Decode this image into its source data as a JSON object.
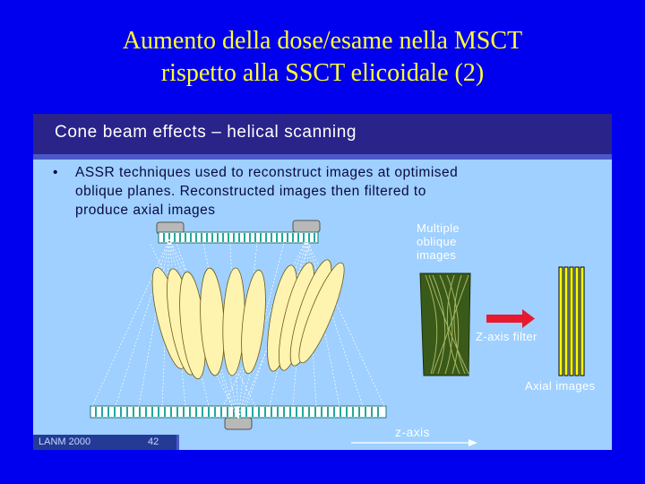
{
  "slide": {
    "title_line1": "Aumento della dose/esame nella MSCT",
    "title_line2": "rispetto alla SSCT elicoidale (2)"
  },
  "panel": {
    "header": "Cone beam effects – helical scanning",
    "bullet_symbol": "•",
    "bullet_line1": "ASSR techniques used to reconstruct images at optimised",
    "bullet_line2": "oblique planes.  Reconstructed images then filtered to",
    "bullet_line3": "produce axial images"
  },
  "labels": {
    "multiple_oblique_line1": "Multiple",
    "multiple_oblique_line2": "oblique",
    "multiple_oblique_line3": "images",
    "z_axis_filter": "Z-axis filter",
    "axial_images": "Axial images",
    "z_axis": "z-axis"
  },
  "footer": {
    "left": "LANM 2000",
    "right": "42"
  },
  "colors": {
    "background": "#0000ee",
    "title": "#ffff33",
    "panel": "#9fd0ff",
    "header": "#29238a",
    "ellipse_fill": "#fff3b0",
    "detector": "#22a8a0",
    "arrow": "#e8192c",
    "axial_images": "#ffff00"
  }
}
